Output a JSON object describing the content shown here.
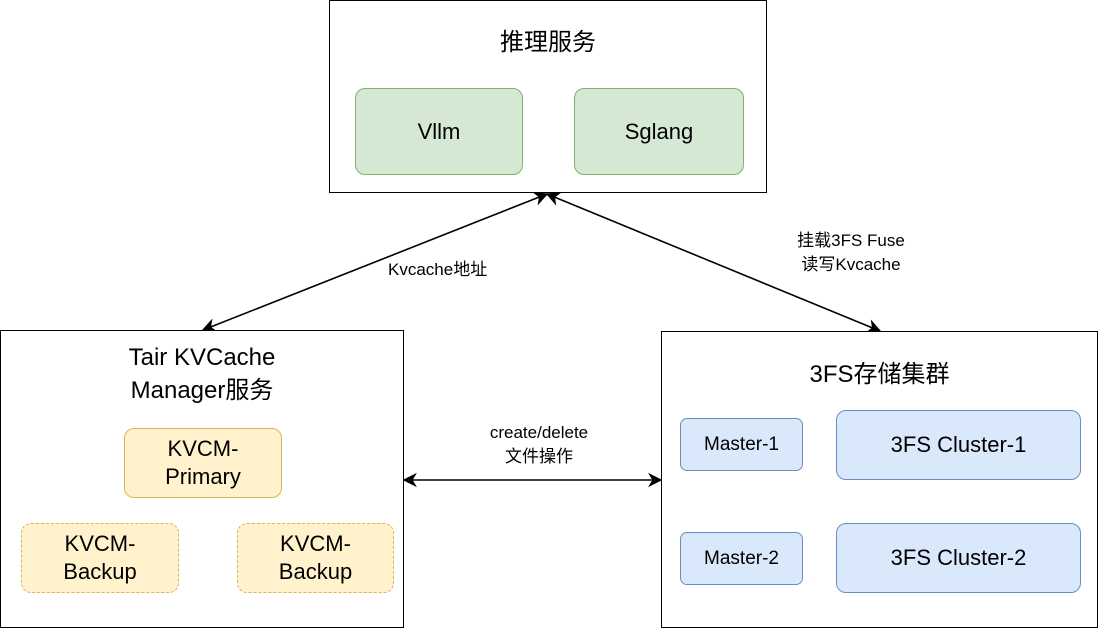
{
  "inference": {
    "title": "推理服务",
    "nodes": [
      "Vllm",
      "Sglang"
    ]
  },
  "manager": {
    "title_line1": "Tair KVCache",
    "title_line2": "Manager服务",
    "primary_line1": "KVCM-",
    "primary_line2": "Primary",
    "backup1_line1": "KVCM-",
    "backup1_line2": "Backup",
    "backup2_line1": "KVCM-",
    "backup2_line2": "Backup"
  },
  "storage": {
    "title": "3FS存储集群",
    "masters": [
      "Master-1",
      "Master-2"
    ],
    "clusters": [
      "3FS Cluster-1",
      "3FS Cluster-2"
    ]
  },
  "edges": {
    "left_label": "Kvcache地址",
    "right_label_line1": "挂载3FS Fuse",
    "right_label_line2": "读写Kvcache",
    "bottom_label_line1": "create/delete",
    "bottom_label_line2": "文件操作"
  },
  "colors": {
    "green_fill": "#d5e8d4",
    "green_stroke": "#82b366",
    "yellow_fill": "#fff2cc",
    "yellow_stroke": "#d6b656",
    "blue_fill": "#dae8fc",
    "blue_stroke": "#6c8ebf"
  }
}
